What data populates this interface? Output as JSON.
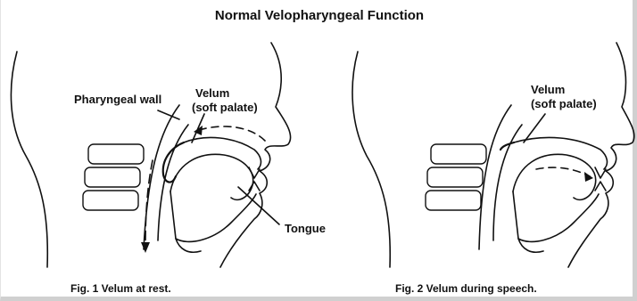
{
  "title": "Normal Velopharyngeal Function",
  "figure1": {
    "label_pharyngeal_wall": "Pharyngeal wall",
    "label_velum_line1": "Velum",
    "label_velum_line2": "(soft palate)",
    "label_tongue": "Tongue",
    "caption": "Fig. 1  Velum at rest."
  },
  "figure2": {
    "label_velum_line1": "Velum",
    "label_velum_line2": "(soft palate)",
    "caption": "Fig. 2  Velum during speech."
  }
}
